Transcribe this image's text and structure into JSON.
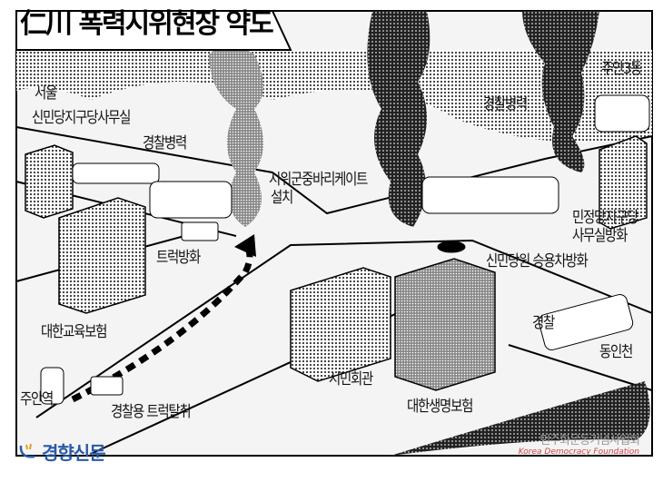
{
  "title": "仁川 폭력시위현장 약도",
  "labels": {
    "seoul": "서울",
    "sinmin_office": "신민당지구당사무실",
    "police_force_left": "경찰병력",
    "barricade_line1": "시위군중바리케이트",
    "barricade_line2": "설치",
    "truck_arson": "트럭방화",
    "daehan_edu": "대한교육보험",
    "juan_station": "주안역",
    "truck_seized": "경찰용 트럭탈취",
    "civic_hall": "시민회관",
    "daehan_life": "대한생명보험",
    "police": "경찰",
    "dongincheon": "동인천",
    "car_arson": "신민당원 승용차방화",
    "minjeong_line1": "민정당지구당",
    "minjeong_line2": "사무실방화",
    "police_force_right": "경찰병력",
    "juan3dong": "주안3동"
  },
  "logo": "경향신문",
  "watermark": {
    "ko": "민주화운동기념사업회",
    "en": "Korea Democracy Foundation"
  },
  "colors": {
    "ink": "#111111",
    "logo": "#2a5aa8"
  }
}
